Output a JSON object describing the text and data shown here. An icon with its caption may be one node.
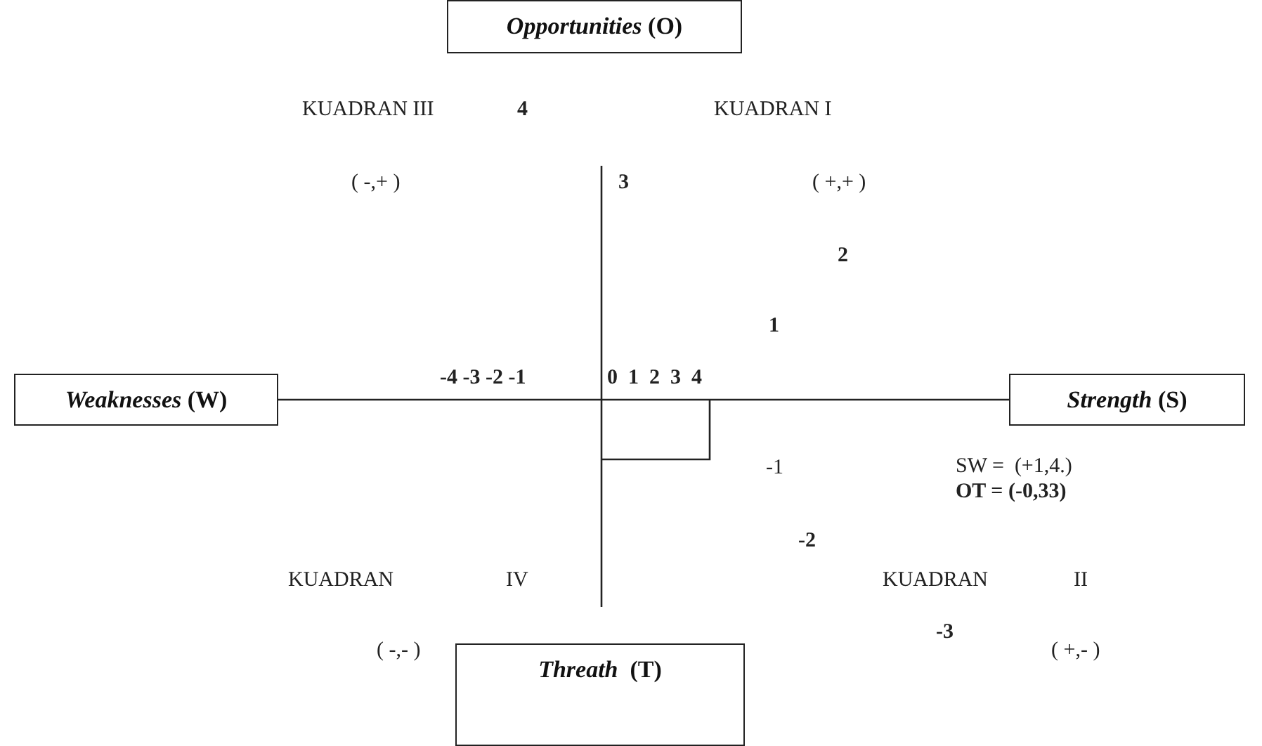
{
  "diagram": {
    "nodes": [
      {
        "text": [
          "*Opportunities* (O)"
        ]
      },
      {
        "text": [
          "*Weaknesses* (W)"
        ]
      },
      {
        "text": [
          "*Strength* (S)"
        ]
      },
      {
        "text": [
          "*Threath*  (T)"
        ]
      }
    ],
    "edges": [
      {
        "from": 1,
        "to": 2,
        "arrow": "none"
      }
    ],
    "labels": [
      "KUADRAN III",
      "4",
      "KUADRAN I",
      "( -,+ )",
      "3",
      "( +,+ )",
      "2",
      "1",
      "-4 -3 -2 -1",
      "0  1  2  3  4",
      "-1",
      "SW =  (+1,4.)",
      "OT = (-0,33)",
      "-2",
      "KUADRAN",
      "IV",
      "KUADRAN",
      "II",
      "-3",
      "( -,- )",
      "( +,- )"
    ]
  }
}
